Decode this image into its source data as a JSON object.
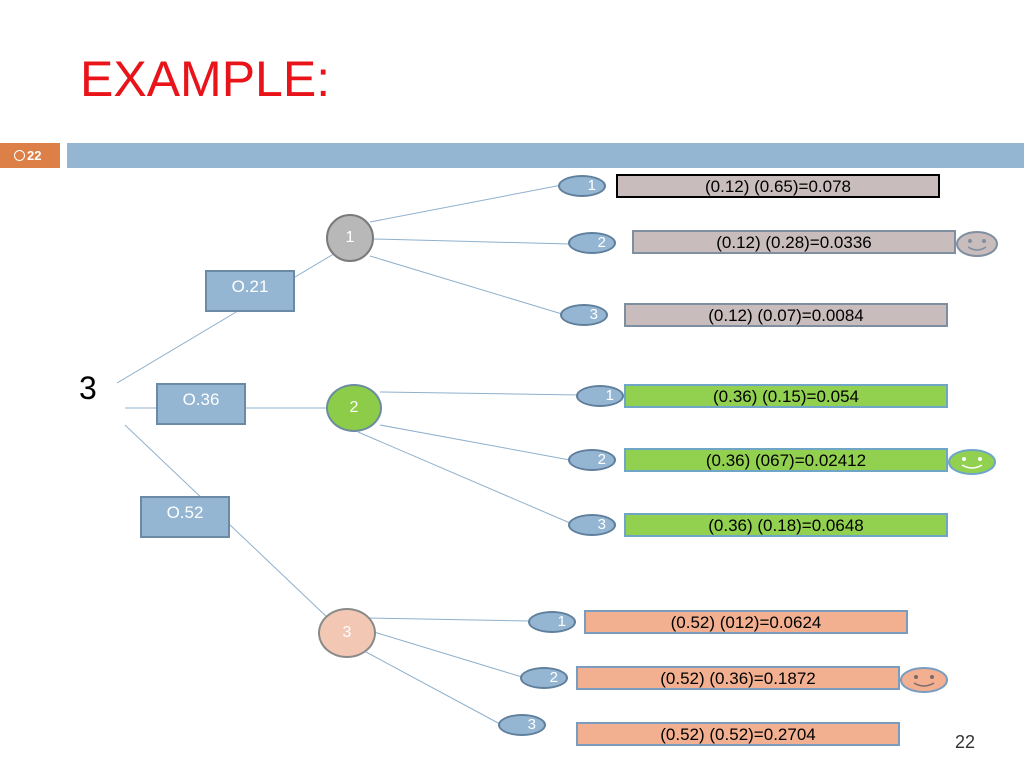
{
  "slide": {
    "title": "EXAMPLE:",
    "badge_number": "22",
    "page_number": "22"
  },
  "tree": {
    "root_label": "3",
    "first_level": [
      {
        "prob": "O.21",
        "state": "1"
      },
      {
        "prob": "O.36",
        "state": "2"
      },
      {
        "prob": "O.52",
        "state": "3"
      }
    ],
    "leaves": [
      {
        "state": "1",
        "result": "(0.12) (0.65)=0.078"
      },
      {
        "state": "2",
        "result": "(0.12) (0.28)=0.0336"
      },
      {
        "state": "3",
        "result": "(0.12) (0.07)=0.0084"
      },
      {
        "state": "1",
        "result": "(0.36) (0.15)=0.054"
      },
      {
        "state": "2",
        "result": "(0.36) (067)=0.02412"
      },
      {
        "state": "3",
        "result": "(0.36) (0.18)=0.0648"
      },
      {
        "state": "1",
        "result": "(0.52) (012)=0.0624"
      },
      {
        "state": "2",
        "result": "(0.52) (0.36)=0.1872"
      },
      {
        "state": "3",
        "result": "(0.52) (0.52)=0.2704"
      }
    ]
  },
  "colors": {
    "title": "#e8141a",
    "header_bar": "#94b6d2",
    "badge": "#dd8047",
    "group1_fill": "#c9bcbd",
    "group2_fill": "#92d050",
    "group3_fill": "#f2b091"
  },
  "icons": {
    "smiley": "smiley-face-icon"
  }
}
